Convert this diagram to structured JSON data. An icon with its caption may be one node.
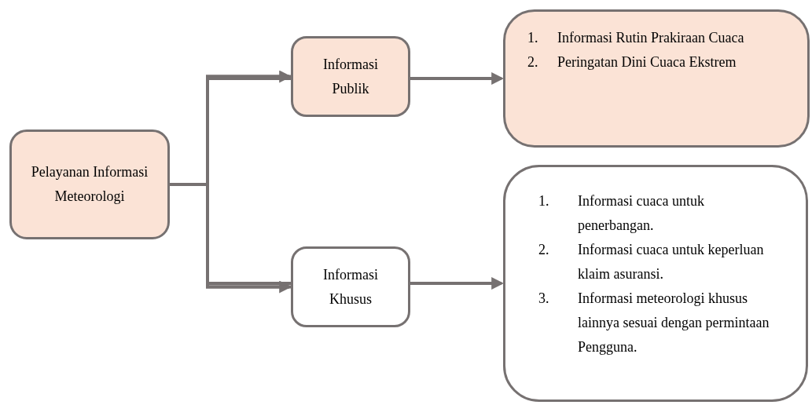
{
  "diagram": {
    "nodes": [
      {
        "text": [
          "Pelayanan Informasi Meteorologi"
        ]
      },
      {
        "text": [
          "Informasi Publik"
        ]
      },
      {
        "text": [
          "Informasi Khusus"
        ]
      },
      {
        "text": [
          "1.",
          "Informasi Rutin Prakiraan Cuaca",
          "2.",
          "Peringatan Dini Cuaca Ekstrem"
        ]
      },
      {
        "text": [
          "1.",
          "Informasi cuaca untuk penerbangan.",
          "2.",
          "Informasi cuaca untuk keperluan klaim asuransi.",
          "3.",
          "Informasi meteorologi khusus lainnya sesuai dengan permintaan Pengguna."
        ]
      }
    ],
    "edges": [
      {
        "from": 0,
        "to": 1,
        "arrow": "to"
      },
      {
        "from": 0,
        "to": 2,
        "arrow": "to"
      },
      {
        "from": 1,
        "to": 3,
        "arrow": "to"
      },
      {
        "from": 2,
        "to": 4,
        "arrow": "to"
      }
    ]
  }
}
